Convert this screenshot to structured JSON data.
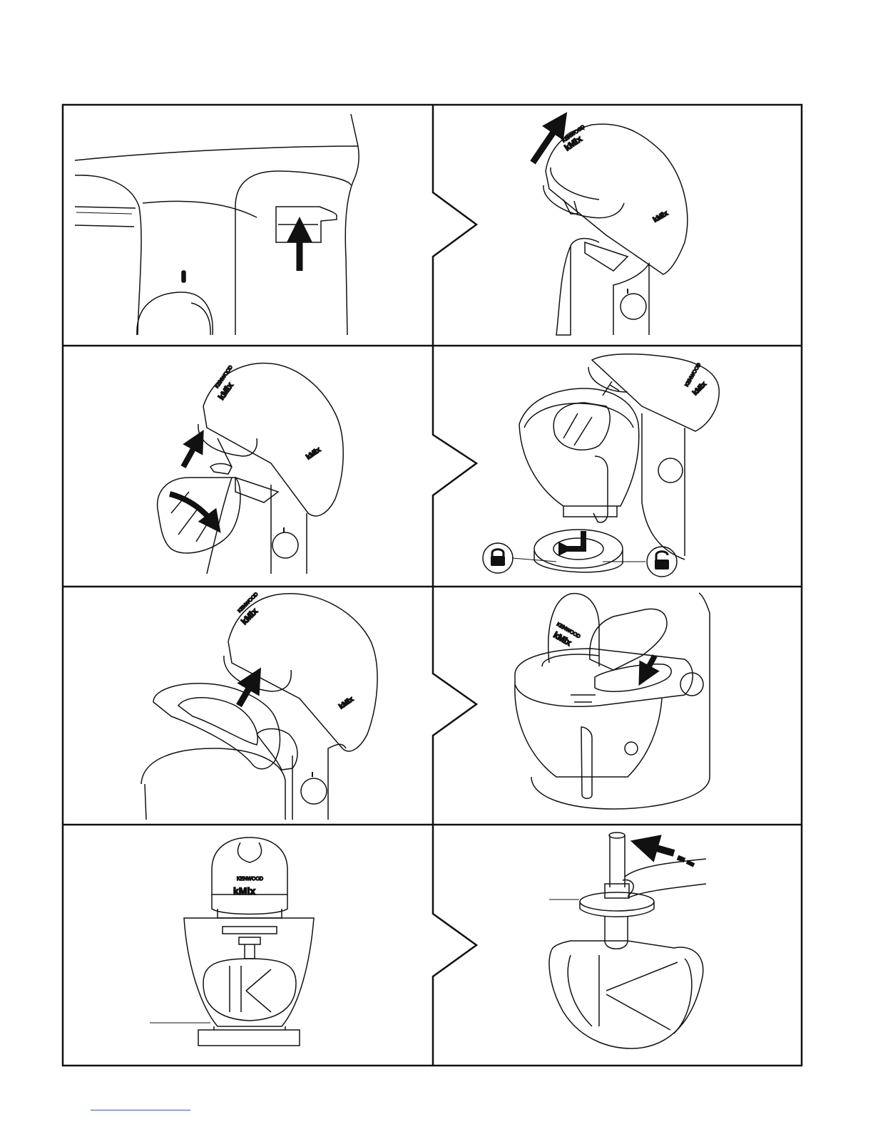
{
  "brand": {
    "maker": "KENWOOD",
    "model": "kMix"
  },
  "colors": {
    "ink": "#111111",
    "paper": "#ffffff",
    "footer_link": "#3355cc"
  },
  "panels": [
    {
      "id": 1,
      "content": "head release lever with upward arrow"
    },
    {
      "id": 2,
      "content": "mixer head tilted up, arrow up"
    },
    {
      "id": 3,
      "content": "fitting the beater onto the outlet"
    },
    {
      "id": 4,
      "content": "fitting the bowl, lock and unlock icons"
    },
    {
      "id": 5,
      "content": "fitting the splash guard"
    },
    {
      "id": 6,
      "content": "adding ingredients through the chute"
    },
    {
      "id": 7,
      "content": "beater height check, front view"
    },
    {
      "id": 8,
      "content": "adjusting beater with spanner"
    }
  ],
  "icons": [
    "arrow-up-icon",
    "lock-icon",
    "unlock-icon",
    "sequence-chevron-icon"
  ]
}
